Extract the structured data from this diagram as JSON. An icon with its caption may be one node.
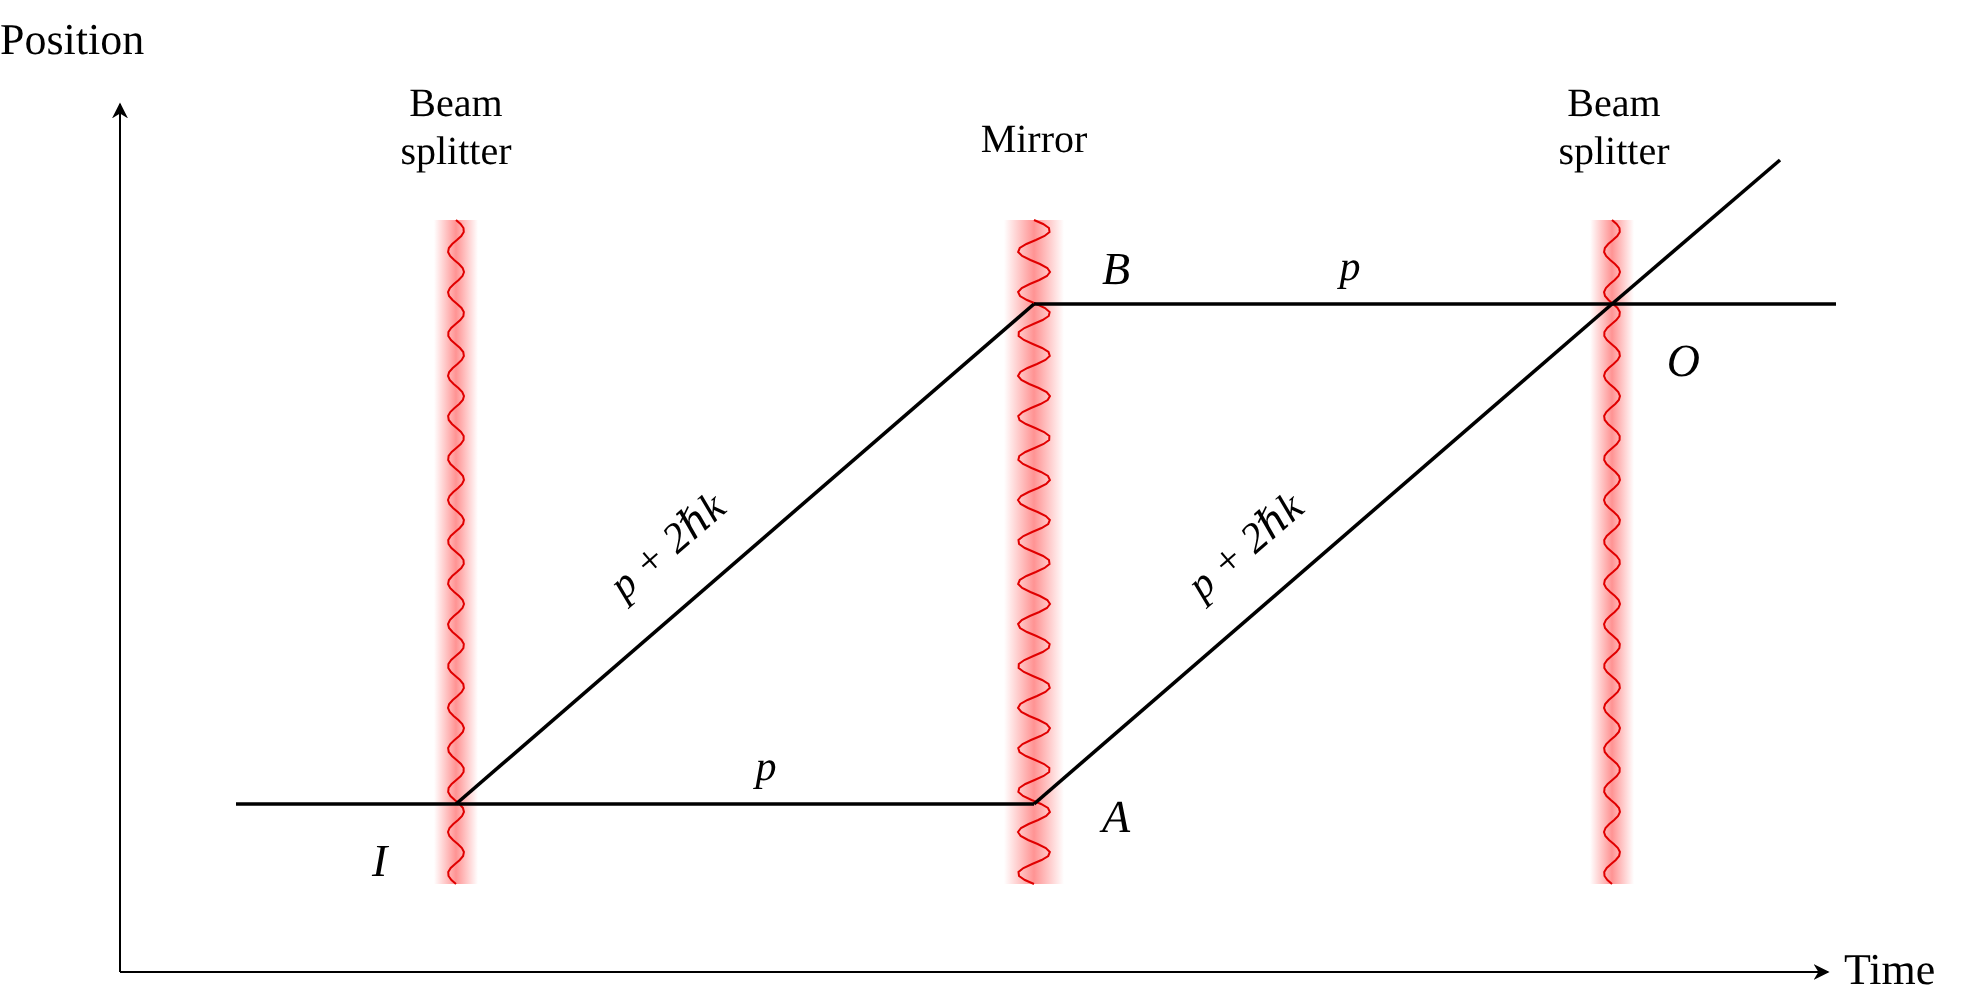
{
  "diagram": {
    "nodes": [
      {
        "text": [
          "I"
        ]
      },
      {
        "text": [
          "A"
        ]
      },
      {
        "text": [
          "B"
        ]
      },
      {
        "text": [
          "O"
        ]
      }
    ],
    "edges": [
      {
        "from": null,
        "to": 0,
        "arrow": "none"
      },
      {
        "from": 0,
        "to": 1,
        "arrow": "none",
        "label": "p"
      },
      {
        "from": 0,
        "to": 2,
        "arrow": "none",
        "label": "p + 2ℏk"
      },
      {
        "from": 1,
        "to": 3,
        "arrow": "none",
        "label": "p + 2ℏk"
      },
      {
        "from": 2,
        "to": 3,
        "arrow": "none",
        "label": "p"
      },
      {
        "from": 3,
        "to": null,
        "arrow": "none"
      },
      {
        "from": 3,
        "to": null,
        "arrow": "none"
      }
    ],
    "labels": [
      "Position",
      "Beam splitter",
      "Mirror",
      "Beam splitter",
      "Time"
    ]
  }
}
